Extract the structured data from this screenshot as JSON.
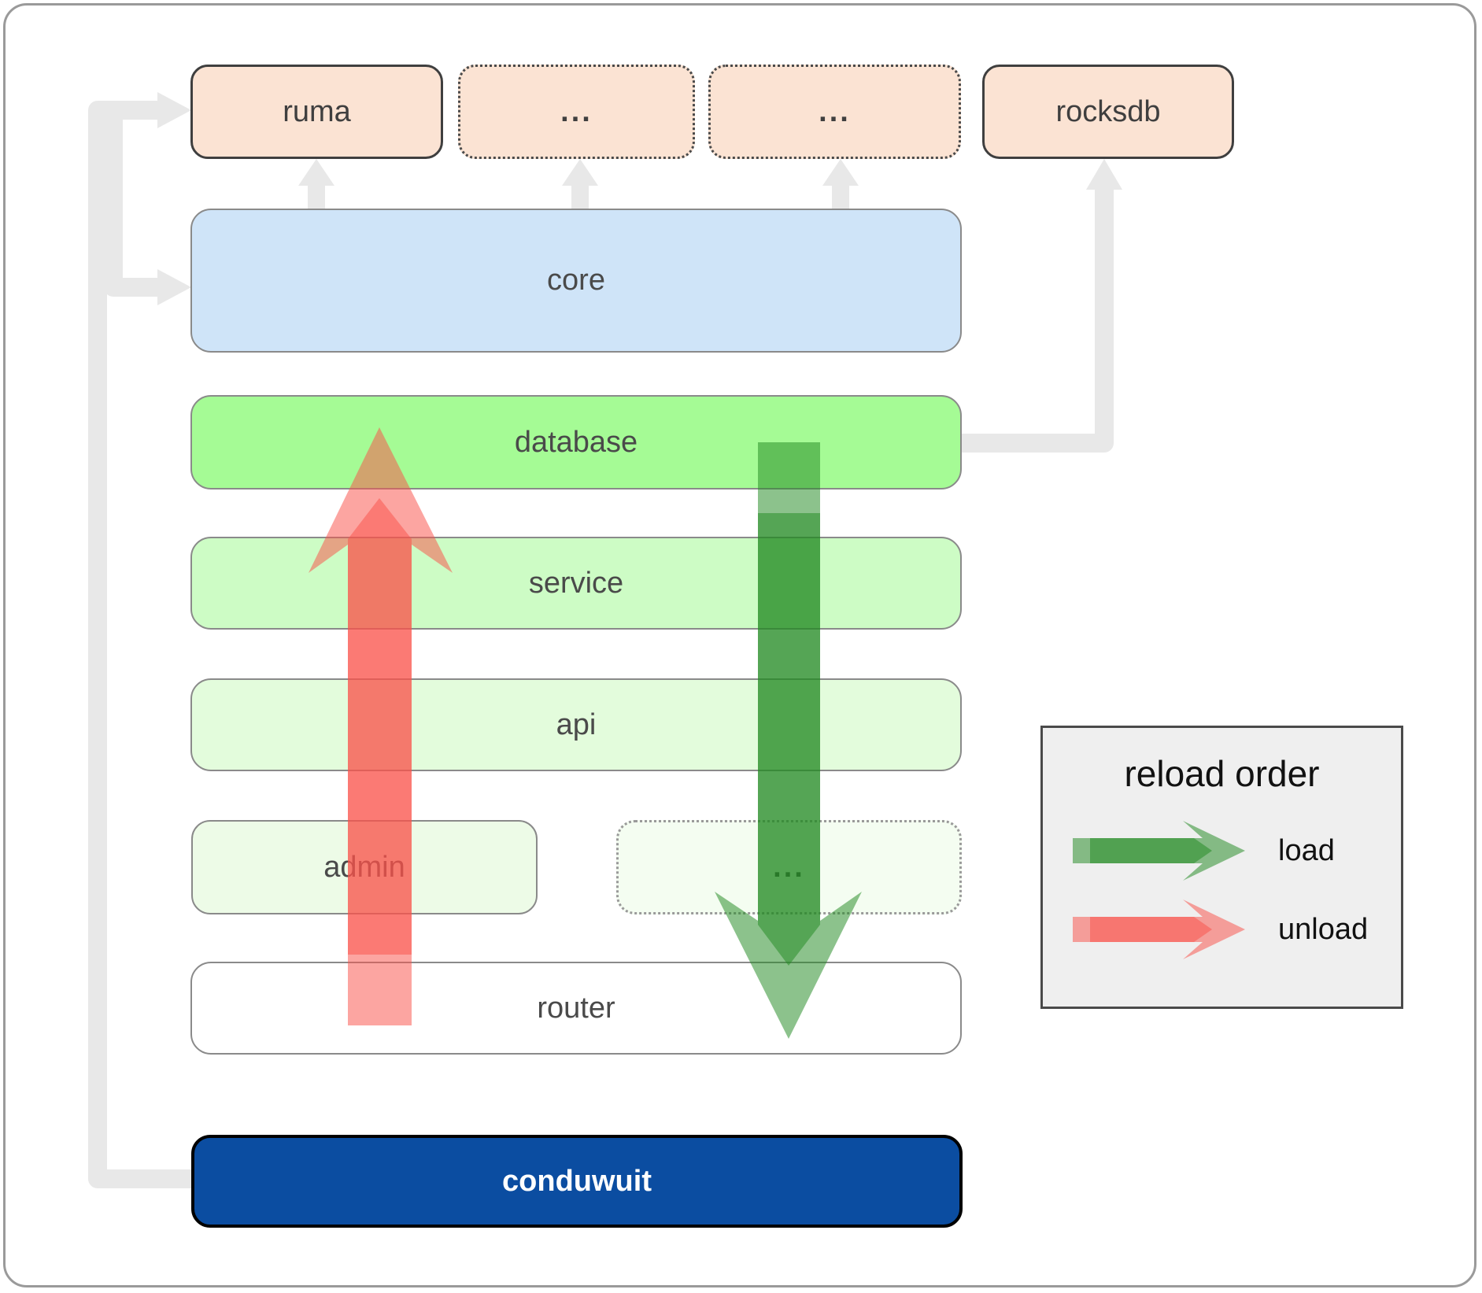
{
  "boxes": {
    "ruma": "ruma",
    "ellipsis1": "...",
    "ellipsis2": "...",
    "rocksdb": "rocksdb",
    "core": "core",
    "database": "database",
    "service": "service",
    "api": "api",
    "admin": "admin",
    "admin_ellipsis": "...",
    "router": "router",
    "conduwuit": "conduwuit"
  },
  "legend": {
    "title": "reload order",
    "load": "load",
    "unload": "unload"
  },
  "colors": {
    "load_arrow": "#228B22",
    "unload_arrow": "#F9524A",
    "conduwuit_bg": "#0B4DA1",
    "crate_fill": "#FBE3D3",
    "core_fill": "#CFE4F8",
    "database_fill": "#A5FB95",
    "legend_bg": "#EFEFEF",
    "connector": "#E8E8E8"
  }
}
